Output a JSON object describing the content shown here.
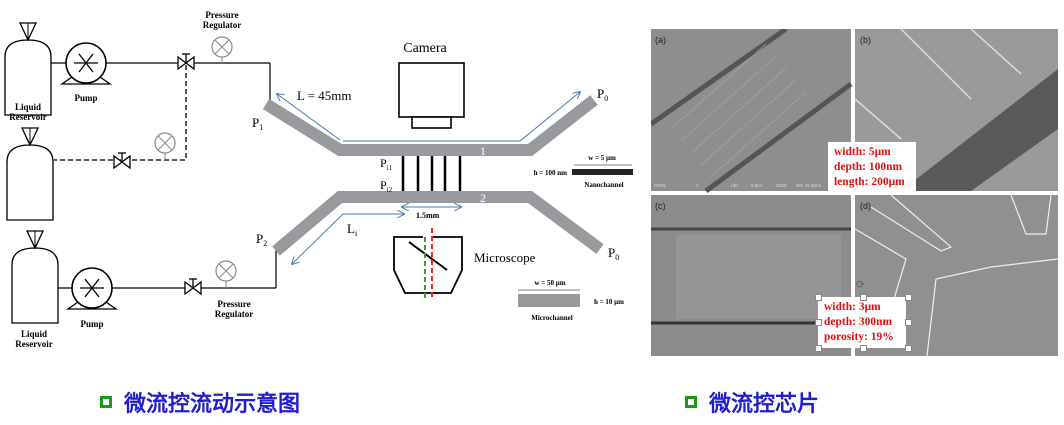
{
  "diagram": {
    "pressure_regulator": [
      "Pressure",
      "Regulator"
    ],
    "pump": "Pump",
    "liquid_reservoir": [
      "Liquid",
      "Reservoir"
    ],
    "camera": "Camera",
    "microscope": "Microscope",
    "L_label": "L = 45mm",
    "Li_label": "L",
    "Li_sub": "i",
    "P1": "P",
    "P1_sub": "1",
    "P2": "P",
    "P2_sub": "2",
    "P0": "P",
    "P0_sub": "0",
    "Pi1": "P",
    "Pi1_sub": "i1",
    "Pi2": "P",
    "Pi2_sub": "i2",
    "channel1": "1",
    "channel2": "2",
    "spacing": "1.5mm",
    "nano": {
      "w": "w = 5 μm",
      "h": "h = 100 nm",
      "label": "Nanochannel"
    },
    "micro": {
      "w": "w = 50 μm",
      "h": "h = 10 μm",
      "label": "Microchannel"
    }
  },
  "sem": {
    "panels": [
      "(a)",
      "(b)",
      "(c)",
      "(d)"
    ],
    "footer_ab": [
      "ORNL",
      "2",
      "LEI",
      "5.0kV",
      "X230",
      "WD 15.0mm"
    ],
    "box1": [
      "width: 5μm",
      "depth: 100nm",
      "length: 200μm"
    ],
    "box2": [
      "width: 3μm",
      "depth: 300nm",
      "porosity: 19%"
    ]
  },
  "captions": [
    "微流控流动示意图",
    "微流控芯片"
  ],
  "colors": {
    "channel": "#9a9a9e",
    "arrow": "#4a7ab8",
    "caption": "#1f1fd0",
    "bullet": "#1a9a1a",
    "annot": "#e01010"
  }
}
